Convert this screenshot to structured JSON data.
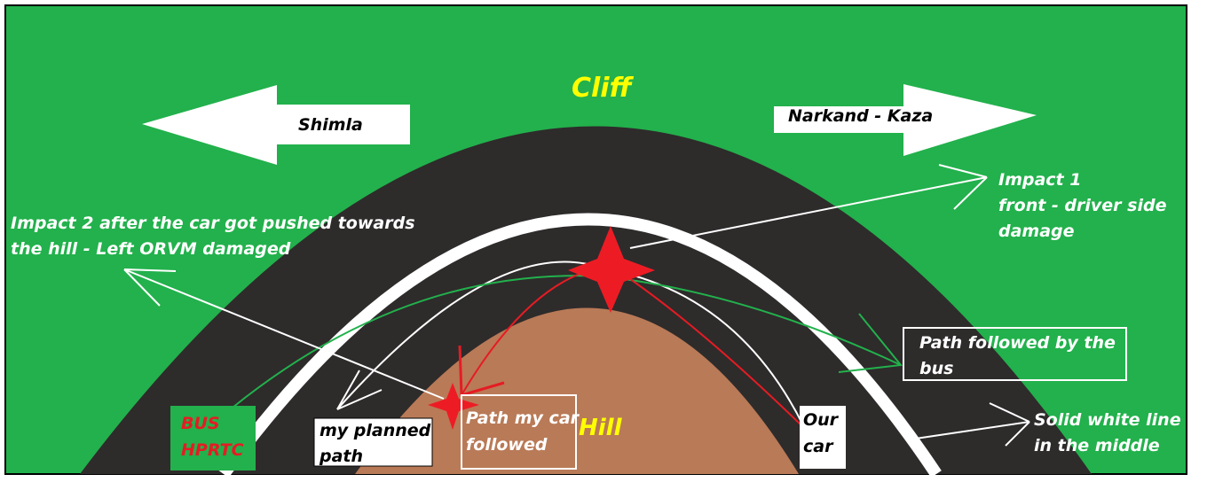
{
  "labels": {
    "cliff": "Cliff",
    "hill": "Hill",
    "direction_left": "Shimla",
    "direction_right": "Narkand - Kaza",
    "impact1": [
      "Impact 1",
      "front - driver side",
      "damage"
    ],
    "impact2": [
      "Impact 2 after the car got pushed towards",
      "the hill - Left ORVM damaged"
    ],
    "bus_path": [
      "Path followed by the",
      "bus"
    ],
    "bus": [
      "BUS",
      "HPRTC"
    ],
    "planned_path": [
      "my planned",
      "path"
    ],
    "car_path": [
      "Path my car",
      "followed"
    ],
    "our_car": [
      "Our",
      "car"
    ],
    "solid_line": [
      "Solid white line",
      "in the middle"
    ]
  },
  "colors": {
    "background": "#22b14c",
    "road": "#2e2b2b",
    "center_line": "#ffffff",
    "hill": "#b97a57",
    "bus_path": "#22b14c",
    "car_path": "#e51c23",
    "impact_star": "#ed1c24",
    "title_text": "#ffff00",
    "bus_text": "#e51c23"
  }
}
